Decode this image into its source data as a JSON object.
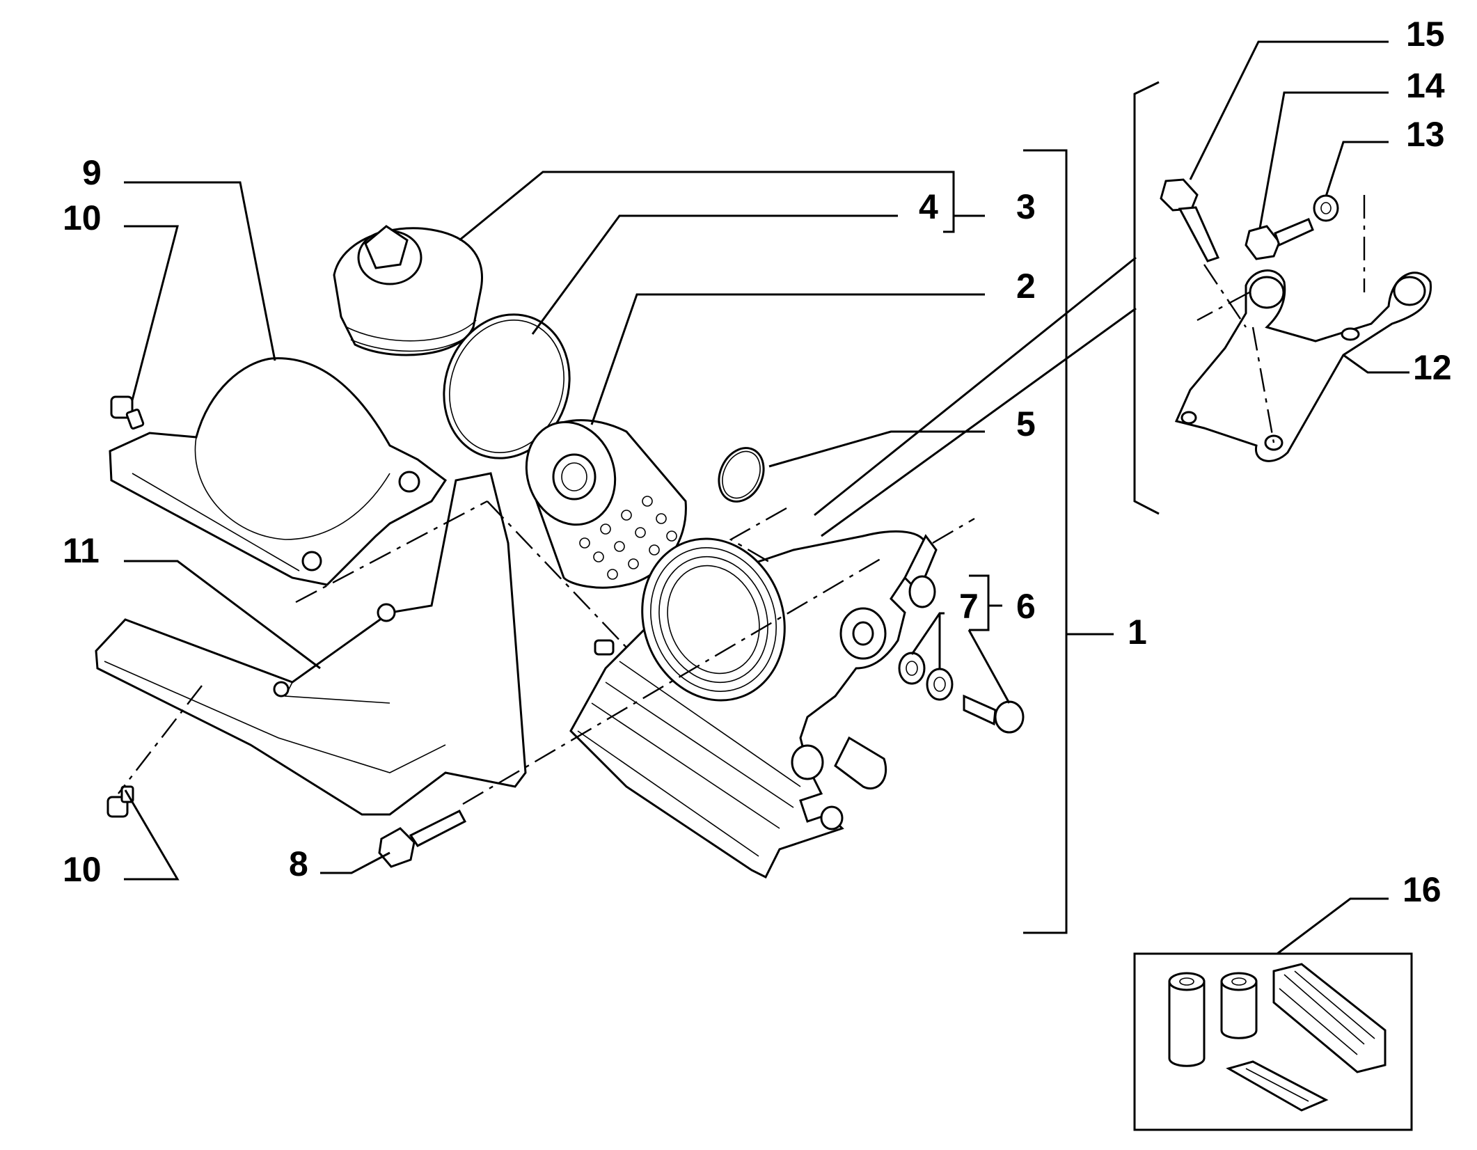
{
  "callouts": {
    "c1": "1",
    "c2": "2",
    "c3": "3",
    "c4": "4",
    "c5": "5",
    "c6": "6",
    "c7": "7",
    "c8": "8",
    "c9": "9",
    "c10a": "10",
    "c10b": "10",
    "c11": "11",
    "c12": "12",
    "c13": "13",
    "c14": "14",
    "c15": "15",
    "c16": "16"
  }
}
